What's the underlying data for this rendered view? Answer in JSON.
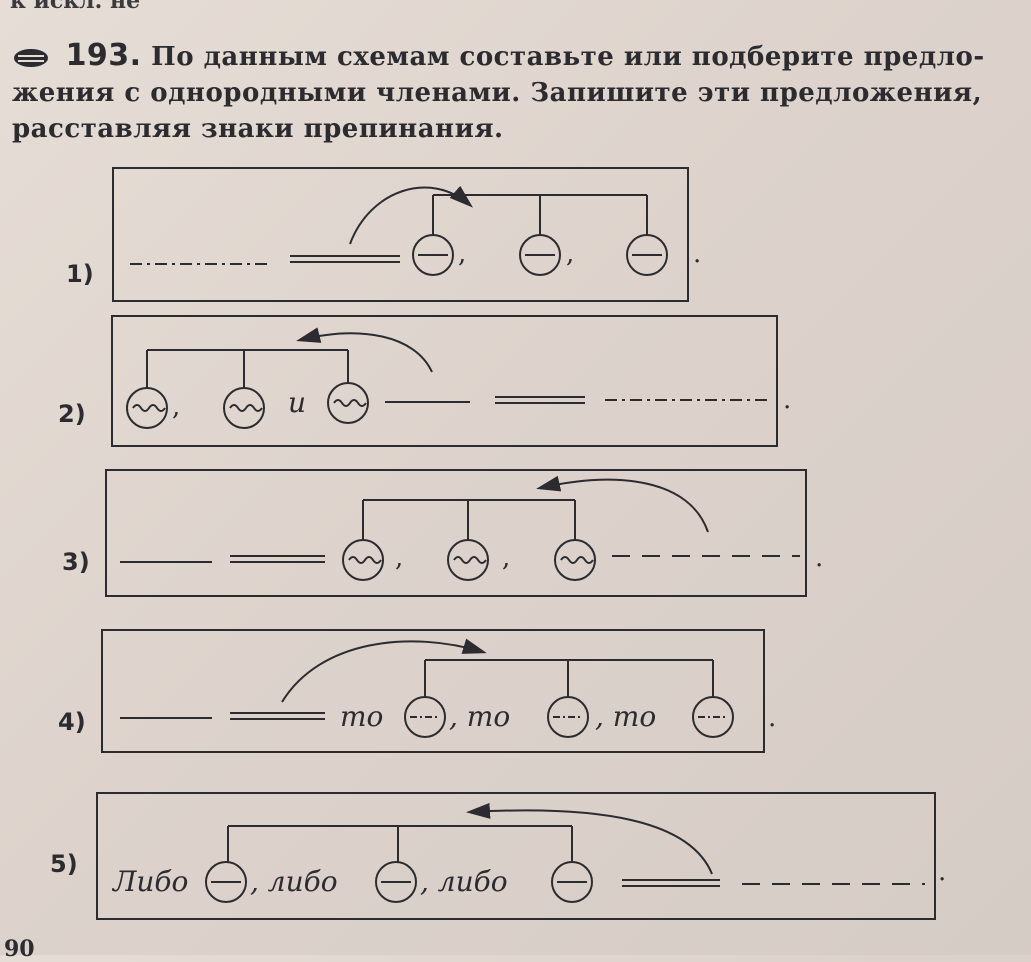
{
  "top_fragment": "к искл. не",
  "exercise": {
    "number": "193.",
    "icon": "book-icon",
    "text_line1": "По данным схемам составьте или подберите предло-",
    "text_line2": "жения с однородными членами. Запишите эти предложения,",
    "text_line3": "расставляя знаки препинания."
  },
  "schemes": [
    {
      "label": "1)",
      "commas": [
        ",",
        ","
      ],
      "end": "."
    },
    {
      "label": "2)",
      "comma": ",",
      "conj": "и",
      "end": "."
    },
    {
      "label": "3)",
      "commas": [
        ",",
        ","
      ],
      "end": "."
    },
    {
      "label": "4)",
      "words": [
        "то",
        ", то",
        ", то"
      ],
      "end": "."
    },
    {
      "label": "5)",
      "words": [
        "Либо",
        ", либо",
        ", либо"
      ],
      "end": "."
    }
  ],
  "page_fragment": "90"
}
